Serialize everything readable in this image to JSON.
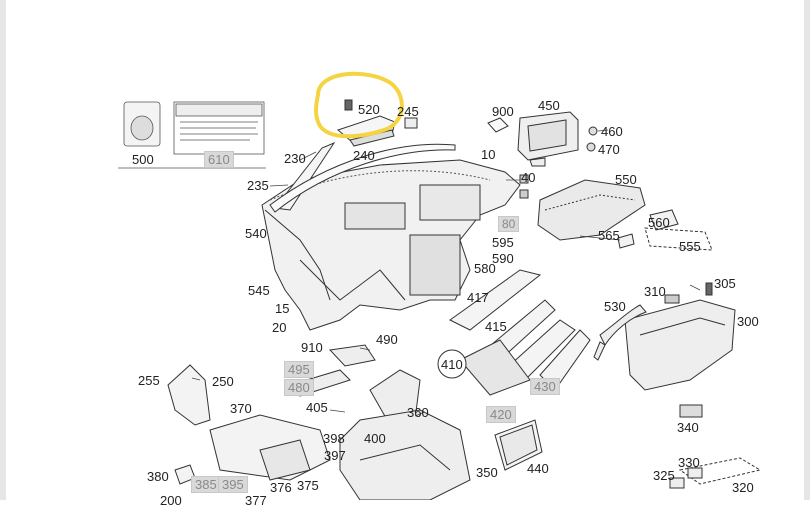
{
  "diagram": {
    "highlight_color": "#f5d442",
    "labels": {
      "l500": "500",
      "l610": "610",
      "l230": "230",
      "l235": "235",
      "l520": "520",
      "l245": "245",
      "l240": "240",
      "l900": "900",
      "l450": "450",
      "l460": "460",
      "l470": "470",
      "l10": "10",
      "l40": "40",
      "l550": "550",
      "l560": "560",
      "l565": "565",
      "l555": "555",
      "l540": "540",
      "l595": "595",
      "l580": "580",
      "l590": "590",
      "l417": "417",
      "l415": "415",
      "l545": "545",
      "l15": "15",
      "l20": "20",
      "l910": "910",
      "l490": "490",
      "l495": "495",
      "l480": "480",
      "l410": "410",
      "l530": "530",
      "l310": "310",
      "l305": "305",
      "l300": "300",
      "l255": "255",
      "l250": "250",
      "l405": "405",
      "l370": "370",
      "l360": "360",
      "l398": "398",
      "l400": "400",
      "l397": "397",
      "l420": "420",
      "l430": "430",
      "l340": "340",
      "l350": "350",
      "l440": "440",
      "l330": "330",
      "l325": "325",
      "l320": "320",
      "l380": "380",
      "l385": "385",
      "l395": "395",
      "l376": "376",
      "l375": "375",
      "l200": "200",
      "l377": "377",
      "l80": "80"
    }
  }
}
